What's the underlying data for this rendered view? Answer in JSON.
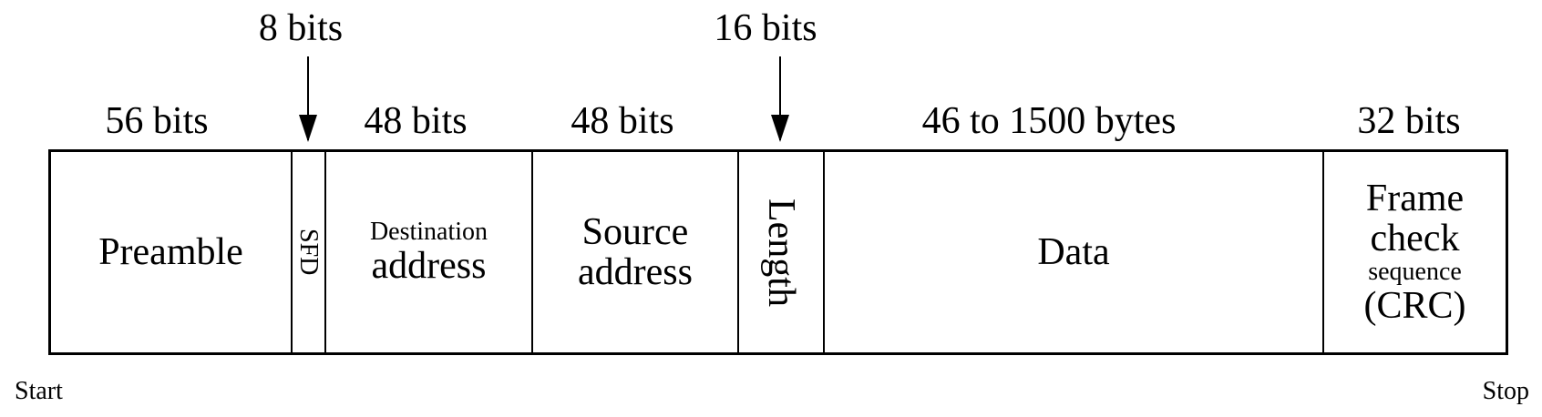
{
  "sizes": {
    "preamble": "56 bits",
    "sfd": "8 bits",
    "destination": "48 bits",
    "source": "48 bits",
    "length": "16 bits",
    "data": "46 to 1500 bytes",
    "fcs": "32 bits"
  },
  "fields": {
    "preamble": "Preamble",
    "sfd": "SFD",
    "destination_line1": "Destination",
    "destination_line2": "address",
    "source_line1": "Source",
    "source_line2": "address",
    "length": "Length",
    "data": "Data",
    "fcs_line1": "Frame",
    "fcs_line2": "check",
    "fcs_line3": "sequence",
    "fcs_line4": "(CRC)"
  },
  "ends": {
    "start": "Start",
    "stop": "Stop"
  }
}
